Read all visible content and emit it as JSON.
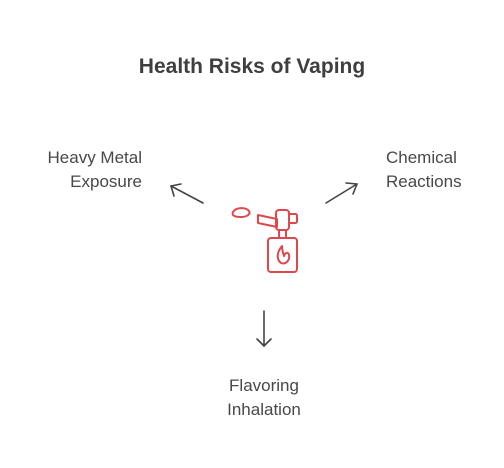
{
  "diagram": {
    "title": "Health Risks of Vaping",
    "center_icon": "spray-bottle-flame-icon",
    "accent_color": "#e0474c",
    "arrow_color": "#444444",
    "nodes": {
      "left": {
        "line1": "Heavy Metal",
        "line2": "Exposure"
      },
      "right": {
        "line1": "Chemical",
        "line2": "Reactions"
      },
      "bottom": {
        "line1": "Flavoring",
        "line2": "Inhalation"
      }
    }
  }
}
